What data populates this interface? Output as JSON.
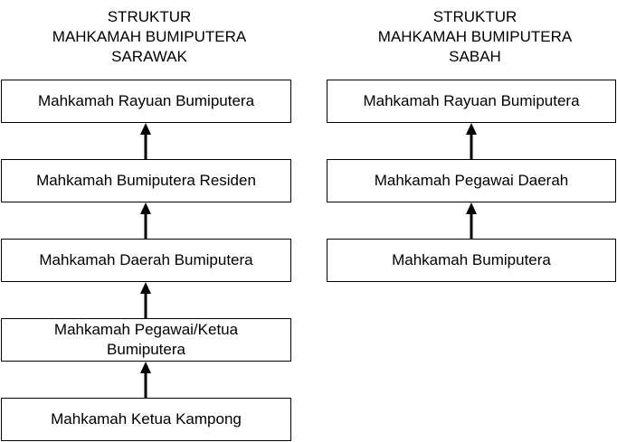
{
  "sarawak": {
    "title_lines": [
      "STRUKTUR",
      "MAHKAMAH BUMIPUTERA",
      "SARAWAK"
    ],
    "boxes": [
      "Mahkamah Rayuan Bumiputera",
      "Mahkamah Bumiputera Residen",
      "Mahkamah Daerah Bumiputera",
      "Mahkamah Pegawai/Ketua Bumiputera",
      "Mahkamah Ketua Kampong"
    ]
  },
  "sabah": {
    "title_lines": [
      "STRUKTUR",
      "MAHKAMAH BUMIPUTERA",
      "SABAH"
    ],
    "boxes": [
      "Mahkamah Rayuan Bumiputera",
      "Mahkamah Pegawai Daerah",
      "Mahkamah Bumiputera"
    ]
  },
  "colors": {
    "line": "#000000",
    "background": "#ffffff"
  }
}
